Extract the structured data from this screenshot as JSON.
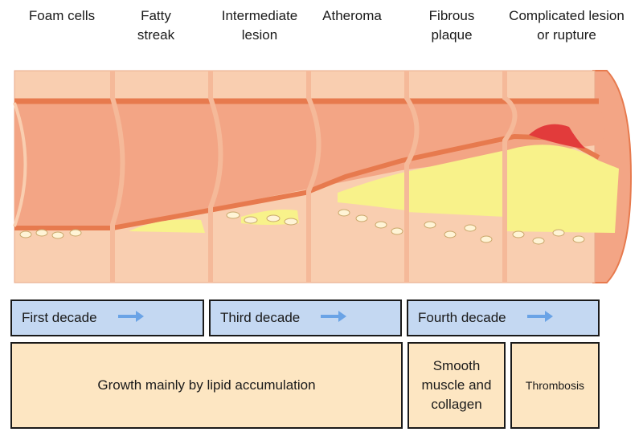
{
  "stages": [
    "Foam cells",
    "Fatty\nstreak",
    "Intermediate\nlesion",
    "Atheroma",
    "Fibrous\nplaque",
    "Complicated lesion\nor rupture"
  ],
  "decades": [
    "First decade",
    "Third decade",
    "Fourth decade"
  ],
  "processes": [
    "Growth mainly by lipid accumulation",
    "Smooth\nmuscle and\ncollagen",
    "Thrombosis"
  ],
  "colors": {
    "artery_wall": "#f9ceb0",
    "lumen": "#f3a585",
    "membrane": "#e77a4e",
    "lipid": "#f8f28a",
    "foam_cell": "#fff4d6",
    "thrombus": "#e23b3b",
    "decade_box": "#c4d8f2",
    "process_box": "#fde6c2",
    "arrow": "#6aa3e6"
  },
  "icons": {
    "decade_arrow": "right-arrow-icon"
  }
}
